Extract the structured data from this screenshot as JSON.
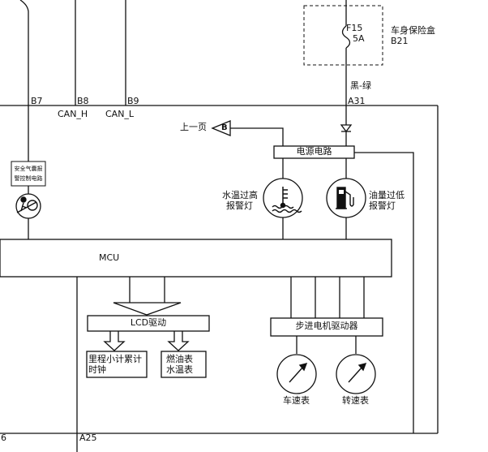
{
  "fuse": {
    "id": "F15",
    "rating": "5A",
    "box_name": "车身保险盒",
    "box_code": "B21",
    "wire_color": "黑-绿",
    "pin": "A31"
  },
  "pins": {
    "b7": "B7",
    "b8": "B8",
    "b9": "B9",
    "can_h": "CAN_H",
    "can_l": "CAN_L",
    "a25": "A25",
    "left_bottom": "6"
  },
  "page_ref": {
    "text": "上一页",
    "marker": "B"
  },
  "airbag": {
    "line1": "安全气囊报",
    "line2": "警控制电路"
  },
  "power_circuit": "电源电路",
  "water_temp_lamp": {
    "line1": "水温过高",
    "line2": "报警灯"
  },
  "fuel_lamp": {
    "line1": "油量过低",
    "line2": "报警灯"
  },
  "mcu": "MCU",
  "lcd_driver": "LCD驱动",
  "odometer": {
    "line1": "里程小计累计",
    "line2": "时钟"
  },
  "fuel_temp_gauge": {
    "line1": "燃油表",
    "line2": "水温表"
  },
  "stepper_driver": "步进电机驱动器",
  "speedometer": "车速表",
  "tachometer": "转速表",
  "icons": [
    "airbag-warning-icon",
    "coolant-temperature-icon",
    "fuel-pump-icon",
    "speedometer-needle-icon",
    "tachometer-needle-icon",
    "diode-symbol-icon",
    "fuse-symbol-icon"
  ]
}
